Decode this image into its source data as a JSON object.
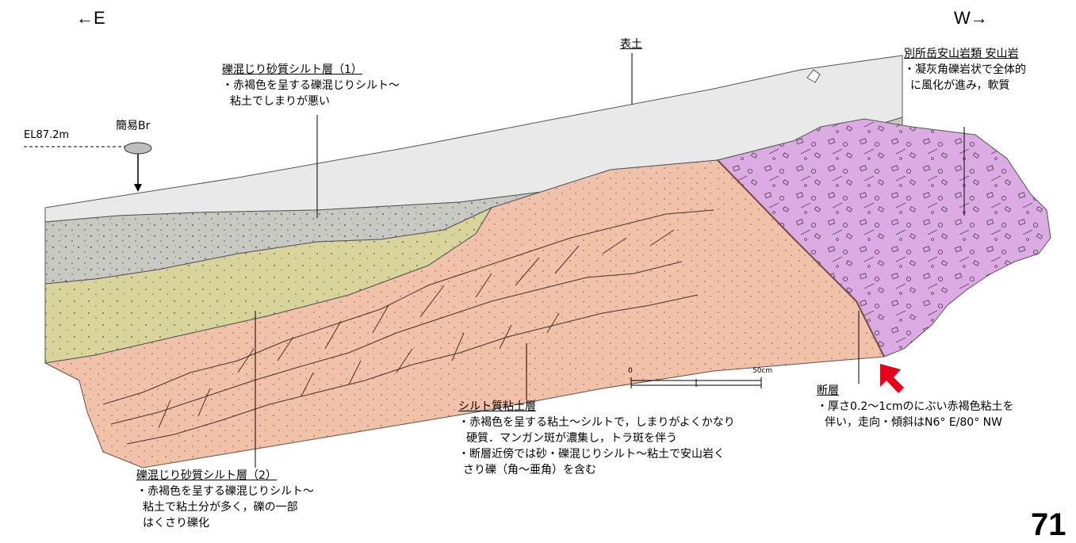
{
  "directions": {
    "east": "←E",
    "west": "W→"
  },
  "elevation_label": "EL87.2m",
  "borehole_label": "簡易Br",
  "layers": {
    "topsoil": {
      "title": "表土"
    },
    "gravel_silt_1": {
      "title": "礫混じり砂質シルト層（1）",
      "lines": [
        "・赤褐色を呈する礫混じりシルト～",
        "粘土でしまりが悪い"
      ]
    },
    "andesite": {
      "title": "別所岳安山岩類  安山岩",
      "lines": [
        "・凝灰角礫岩状で全体的",
        "に風化が進み，軟質"
      ]
    },
    "silty_clay": {
      "title": "シルト質粘土層",
      "lines": [
        "・赤褐色を呈する粘土～シルトで，しまりがよくかなり",
        "硬質．マンガン斑が濃集し，トラ斑を伴う",
        "・断層近傍では砂・礫混じりシルト～粘土で安山岩く",
        "さり礫（角～亜角）を含む"
      ]
    },
    "gravel_silt_2": {
      "title": "礫混じり砂質シルト層（2）",
      "lines": [
        "・赤褐色を呈する礫混じりシルト～",
        "粘土で粘土分が多く，礫の一部",
        "はくさり礫化"
      ]
    },
    "fault": {
      "title": "断層",
      "lines": [
        "・厚さ0.2～1cmのにぶい赤褐色粘土を",
        "伴い，走向・傾斜はN6° E/80° NW"
      ]
    }
  },
  "scale_bar": {
    "start": "0",
    "end": "50cm"
  },
  "page_number": "71",
  "colors": {
    "topsoil": "#e9e9e9",
    "gravel_silt_1": "#c9c9c3",
    "gravel_silt_2": "#d8d49c",
    "silty_clay": "#f2c1a9",
    "andesite": "#dcabe3",
    "fault_arrow": "#e6001a"
  }
}
